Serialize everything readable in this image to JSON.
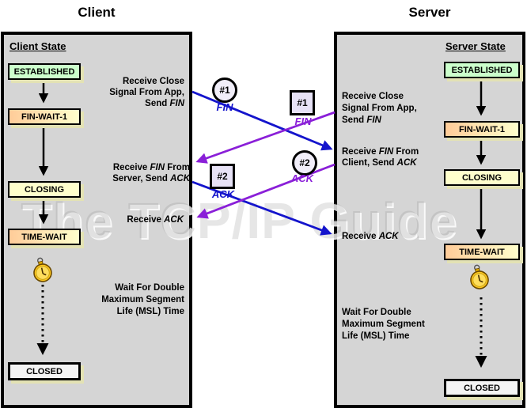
{
  "titles": {
    "client": "Client",
    "server": "Server"
  },
  "watermark": "The TCP/IP Guide",
  "colors": {
    "panel_background": "#D5D5D5",
    "client_message_blue": "#1414CC",
    "server_message_purple": "#8A1FD8",
    "state_established_fill": "#CCFFCC",
    "state_gradient_start": "#FFCC99",
    "state_gradient_end": "#FFFFCC",
    "state_closing_fill": "#FFFFCC",
    "state_closed_fill": "#F4F4F4",
    "box_shadow": "#E3E2B4"
  },
  "client": {
    "header": "Client State",
    "states": [
      {
        "name": "ESTABLISHED"
      },
      {
        "name": "FIN-WAIT-1"
      },
      {
        "name": "CLOSING"
      },
      {
        "name": "TIME-WAIT"
      },
      {
        "name": "CLOSED"
      }
    ],
    "annotations": {
      "close": {
        "l1": "Receive Close",
        "l2": "Signal From App,",
        "l3a": "Send ",
        "l3b": "FIN"
      },
      "recv_fin": {
        "l1a": "Receive ",
        "l1b": "FIN",
        "l1c": " From",
        "l2a": "Server, Send ",
        "l2b": "ACK"
      },
      "recv_ack": {
        "a": "Receive ",
        "b": "ACK"
      },
      "wait": {
        "l1": "Wait For Double",
        "l2": "Maximum Segment",
        "l3": "Life (MSL) Time"
      }
    }
  },
  "server": {
    "header": "Server State",
    "states": [
      {
        "name": "ESTABLISHED"
      },
      {
        "name": "FIN-WAIT-1"
      },
      {
        "name": "CLOSING"
      },
      {
        "name": "TIME-WAIT"
      },
      {
        "name": "CLOSED"
      }
    ],
    "annotations": {
      "close": {
        "l1": "Receive Close",
        "l2": "Signal From App,",
        "l3a": "Send ",
        "l3b": "FIN"
      },
      "recv_fin": {
        "l1a": "Receive ",
        "l1b": "FIN",
        "l1c": " From",
        "l2a": "Client, Send ",
        "l2b": "ACK"
      },
      "recv_ack": {
        "a": "Receive ",
        "b": "ACK"
      },
      "wait": {
        "l1": "Wait For Double",
        "l2": "Maximum Segment",
        "l3": "Life (MSL) Time"
      }
    }
  },
  "messages": {
    "client_fin": {
      "num": "#1",
      "proto": "FIN",
      "shape": "circle",
      "from": "client",
      "to": "server"
    },
    "server_fin": {
      "num": "#1",
      "proto": "FIN",
      "shape": "square",
      "from": "server",
      "to": "client"
    },
    "server_ack": {
      "num": "#2",
      "proto": "ACK",
      "shape": "circle",
      "from": "server",
      "to": "client"
    },
    "client_ack": {
      "num": "#2",
      "proto": "ACK",
      "shape": "square",
      "from": "client",
      "to": "server"
    }
  }
}
